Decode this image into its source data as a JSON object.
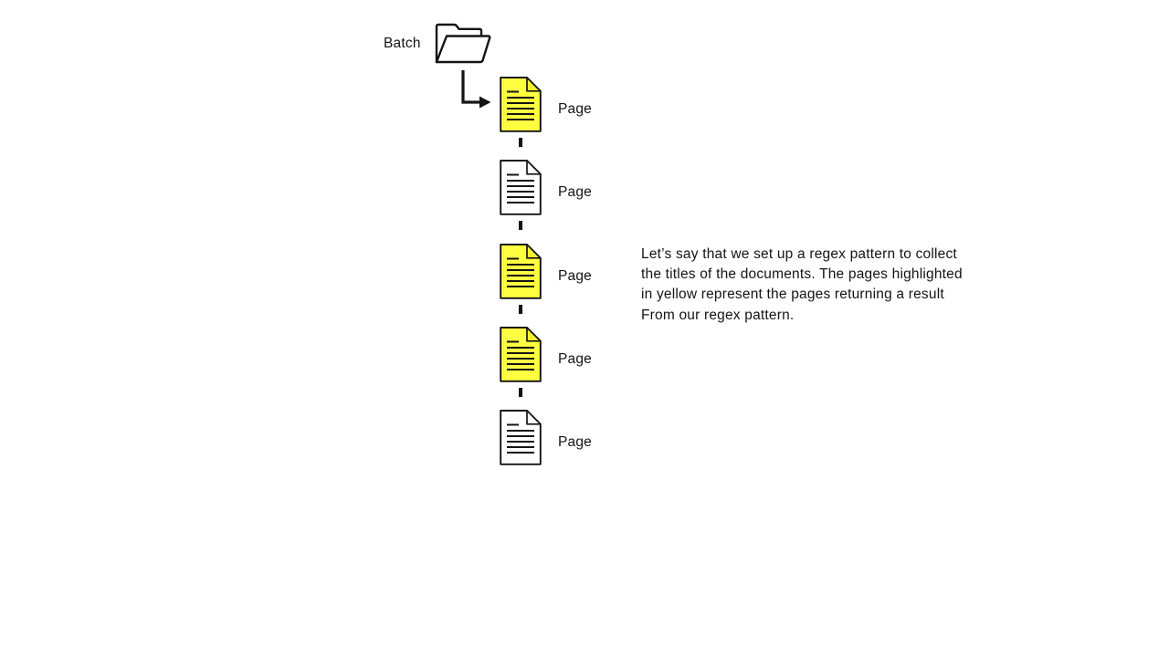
{
  "diagram": {
    "batch": {
      "label": "Batch"
    },
    "pages": [
      {
        "label": "Page",
        "highlighted": true
      },
      {
        "label": "Page",
        "highlighted": false
      },
      {
        "label": "Page",
        "highlighted": true
      },
      {
        "label": "Page",
        "highlighted": true
      },
      {
        "label": "Page",
        "highlighted": false
      }
    ],
    "annotation": "Let’s say that we set up a regex pattern to collect\nthe titles of the documents. The pages highlighted\nin yellow represent the pages returning a result\nFrom our regex pattern.",
    "colors": {
      "highlight_yellow": "#FFFF42",
      "highlight_fold": "#F2F230",
      "page_white": "#FFFFFF",
      "outline": "#141414",
      "background": "#FFFFFF"
    }
  }
}
